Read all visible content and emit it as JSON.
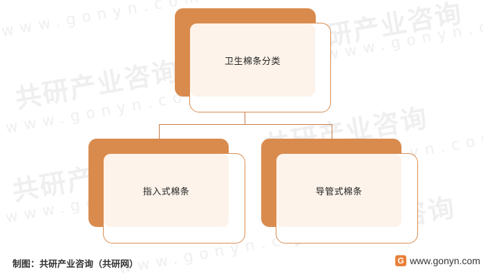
{
  "diagram": {
    "root": {
      "label": "卫生棉条分类"
    },
    "children": [
      {
        "label": "指入式棉条"
      },
      {
        "label": "导管式棉条"
      }
    ]
  },
  "colors": {
    "accent": "#d98b4e",
    "box_fill": "#fdf3ea",
    "connector": "#c47a44"
  },
  "footer": {
    "source": "制图：共研产业咨询（共研网）",
    "site": "www.gonyn.com"
  },
  "watermark": {
    "brand": "共研产业咨询",
    "domain": "www.gonyn.com"
  }
}
